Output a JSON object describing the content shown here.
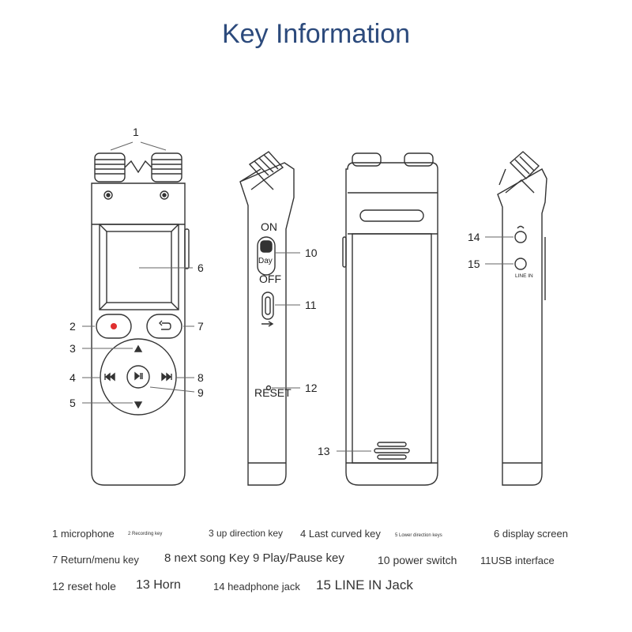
{
  "title": "Key Information",
  "device_labels": {
    "on": "ON",
    "off": "OFF",
    "day": "Day",
    "reset": "RESET",
    "line_in": "LINE IN"
  },
  "callouts": [
    "1",
    "2",
    "3",
    "4",
    "5",
    "6",
    "7",
    "8",
    "9",
    "10",
    "11",
    "12",
    "13",
    "14",
    "15"
  ],
  "legend": [
    "1 microphone",
    "2 Recording key",
    "3 up direction key",
    "4 Last curved key",
    "5 Lower direction keys",
    "6 display screen",
    "7 Return/menu key",
    "8 next song Key",
    "9 Play/Pause key",
    "10 power switch",
    "11USB interface",
    "12 reset hole",
    "13 Horn",
    "14 headphone jack",
    "15 LINE IN Jack"
  ]
}
